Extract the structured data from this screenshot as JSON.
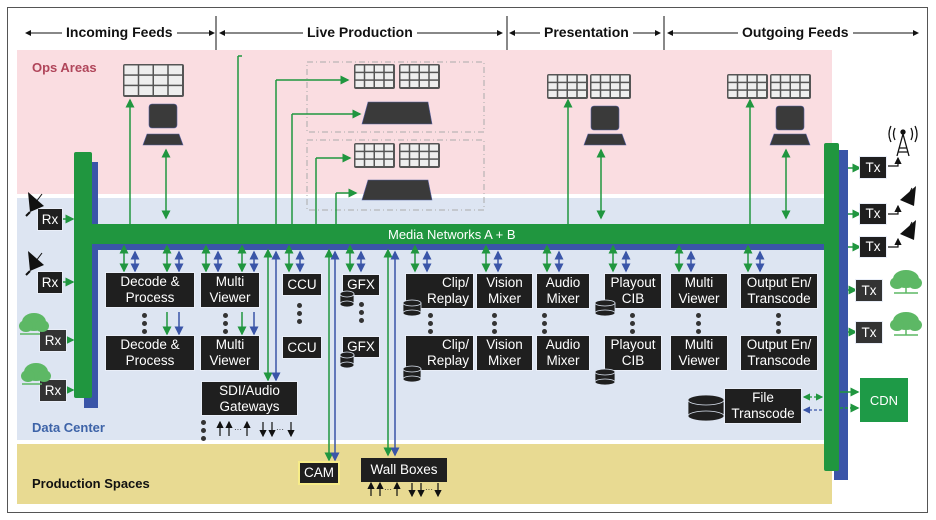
{
  "phases": {
    "incoming": "Incoming Feeds",
    "live": "Live Production",
    "presentation": "Presentation",
    "outgoing": "Outgoing Feeds"
  },
  "zones": {
    "ops": "Ops Areas",
    "datacenter": "Data Center",
    "production": "Production Spaces"
  },
  "colors": {
    "ops_bg": "#fadde1",
    "datacenter_bg": "#dde5f2",
    "production_bg": "#e8da92",
    "network_a": "#20963f",
    "network_b": "#3a55a8",
    "box": "#1f1f1f",
    "cdn": "#1e9a47",
    "ops_label": "#b0455a",
    "dc_label": "#3d63a8"
  },
  "bus": {
    "label": "Media Networks A + B"
  },
  "receivers": [
    {
      "label": "Rx",
      "source": "satellite-dish"
    },
    {
      "label": "Rx",
      "source": "satellite-dish"
    },
    {
      "label": "Rx",
      "source": "cloud"
    },
    {
      "label": "Rx",
      "source": "cloud"
    }
  ],
  "transmitters": [
    {
      "label": "Tx",
      "dest": "broadcast-tower"
    },
    {
      "label": "Tx",
      "dest": "satellite-dish"
    },
    {
      "label": "Tx",
      "dest": "satellite-dish"
    },
    {
      "label": "Tx",
      "dest": "cloud"
    },
    {
      "label": "Tx",
      "dest": "cloud"
    }
  ],
  "processing": {
    "decode1": [
      "Decode &",
      "Process"
    ],
    "decode2": [
      "Decode &",
      "Process"
    ],
    "mv1": [
      "Multi",
      "Viewer"
    ],
    "mv2": [
      "Multi",
      "Viewer"
    ],
    "ccu1": [
      "CCU"
    ],
    "ccu2": [
      "CCU"
    ],
    "gfx1": [
      "GFX"
    ],
    "gfx2": [
      "GFX"
    ],
    "clip1": [
      "Clip/",
      "Replay"
    ],
    "clip2": [
      "Clip/",
      "Replay"
    ],
    "vm1": [
      "Vision",
      "Mixer"
    ],
    "vm2": [
      "Vision",
      "Mixer"
    ],
    "am1": [
      "Audio",
      "Mixer"
    ],
    "am2": [
      "Audio",
      "Mixer"
    ],
    "play1": [
      "Playout",
      "CIB"
    ],
    "play2": [
      "Playout",
      "CIB"
    ],
    "mvo1": [
      "Multi",
      "Viewer"
    ],
    "mvo2": [
      "Multi",
      "Viewer"
    ],
    "out1": [
      "Output En/",
      "Transcode"
    ],
    "out2": [
      "Output En/",
      "Transcode"
    ],
    "sdi": [
      "SDI/Audio",
      "Gateways"
    ],
    "file": [
      "File",
      "Transcode"
    ],
    "cam": [
      "CAM"
    ],
    "wall": [
      "Wall Boxes"
    ]
  },
  "cdn": {
    "label": "CDN"
  }
}
